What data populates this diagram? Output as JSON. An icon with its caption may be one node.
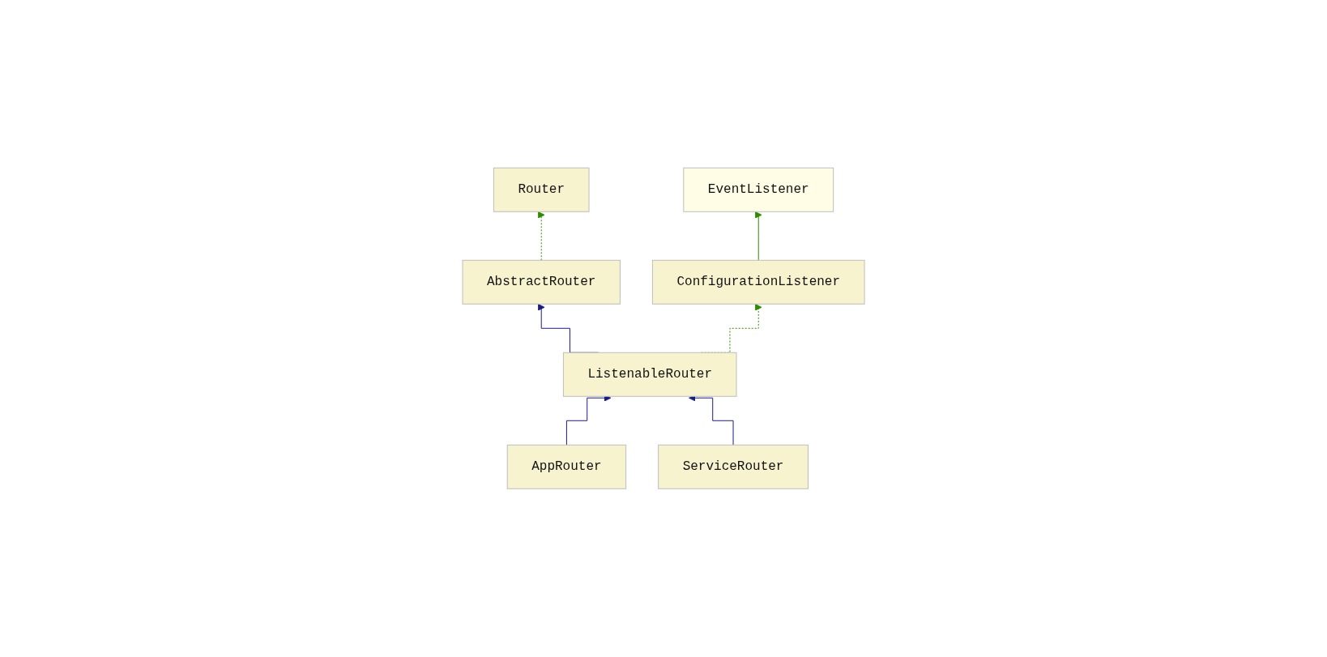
{
  "diagram": {
    "nodes": [
      {
        "text": [
          "Router"
        ]
      },
      {
        "text": [
          "EventListener"
        ]
      },
      {
        "text": [
          "AbstractRouter"
        ]
      },
      {
        "text": [
          "ConfigurationListener"
        ]
      },
      {
        "text": [
          "ListenableRouter"
        ]
      },
      {
        "text": [
          "AppRouter"
        ]
      },
      {
        "text": [
          "ServiceRouter"
        ]
      }
    ],
    "edges": [
      {
        "from": 2,
        "to": 0,
        "arrow": "to",
        "style": "dashed",
        "color": "#2e8b00"
      },
      {
        "from": 3,
        "to": 1,
        "arrow": "to",
        "color": "#2e8b00"
      },
      {
        "from": 4,
        "to": 2,
        "arrow": "to",
        "color": "#1a1a8c"
      },
      {
        "from": 4,
        "to": 3,
        "arrow": "to",
        "style": "dashed",
        "color": "#2e8b00"
      },
      {
        "from": 5,
        "to": 4,
        "arrow": "to",
        "color": "#1a1a8c"
      },
      {
        "from": 6,
        "to": 4,
        "arrow": "to",
        "color": "#1a1a8c"
      }
    ]
  }
}
